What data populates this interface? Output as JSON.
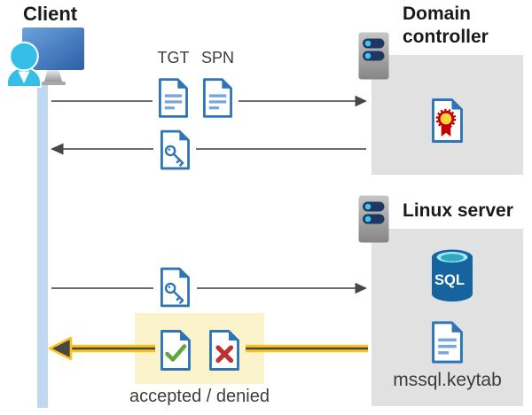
{
  "labels": {
    "client": "Client",
    "domain_controller": "Domain controller",
    "linux_server": "Linux server",
    "tgt": "TGT",
    "spn": "SPN",
    "keytab_file": "mssql.keytab",
    "result": "accepted / denied",
    "sql_badge": "SQL"
  },
  "icons": {
    "client": "user-at-monitor-icon",
    "domain_controller": "server-icon",
    "linux_server": "server-icon",
    "tgt": "document-icon",
    "spn": "document-icon",
    "service_ticket": "key-document-icon",
    "certificate": "certificate-document-icon",
    "database": "sql-database-icon",
    "keytab": "document-icon",
    "accepted": "check-document-icon",
    "denied": "x-document-icon"
  },
  "flows": [
    {
      "step": 1,
      "from": "client",
      "to": "domain-controller",
      "carries": [
        "TGT",
        "SPN"
      ],
      "style": "gray-arrow-right"
    },
    {
      "step": 2,
      "from": "domain-controller",
      "to": "client",
      "carries": [
        "key-ticket"
      ],
      "style": "gray-arrow-left"
    },
    {
      "step": 3,
      "from": "client",
      "to": "linux-server",
      "carries": [
        "key-ticket"
      ],
      "style": "gray-arrow-right"
    },
    {
      "step": 4,
      "from": "linux-server",
      "to": "client",
      "carries": [
        "accepted",
        "denied"
      ],
      "style": "yellow-highlighted-arrow-left"
    }
  ],
  "colors": {
    "panel_gray": "#E1E1E1",
    "lifeline_blue": "#BFD9F3",
    "doc_blue": "#2E75B6",
    "doc_line_blue": "#79A7DB",
    "arrow_gray": "#575757",
    "arrowhead_gray": "#474747",
    "highlight_yellow": "#FAF3CB",
    "accent_yellow": "#FEC21C",
    "check_green": "#61A63C",
    "deny_red": "#C13030",
    "cert_red": "#C00000",
    "cert_yellow": "#FFD33E",
    "server_navy": "#1E3863",
    "server_cyan": "#3CC7F0",
    "sql_blue": "#15639F",
    "sql_rim_cyan": "#A5E8F8",
    "sql_center_teal": "#2FA8C2",
    "person_cyan": "#35BEE8",
    "text_dark": "#1A1A1A",
    "text_gray": "#3C3C3C"
  }
}
